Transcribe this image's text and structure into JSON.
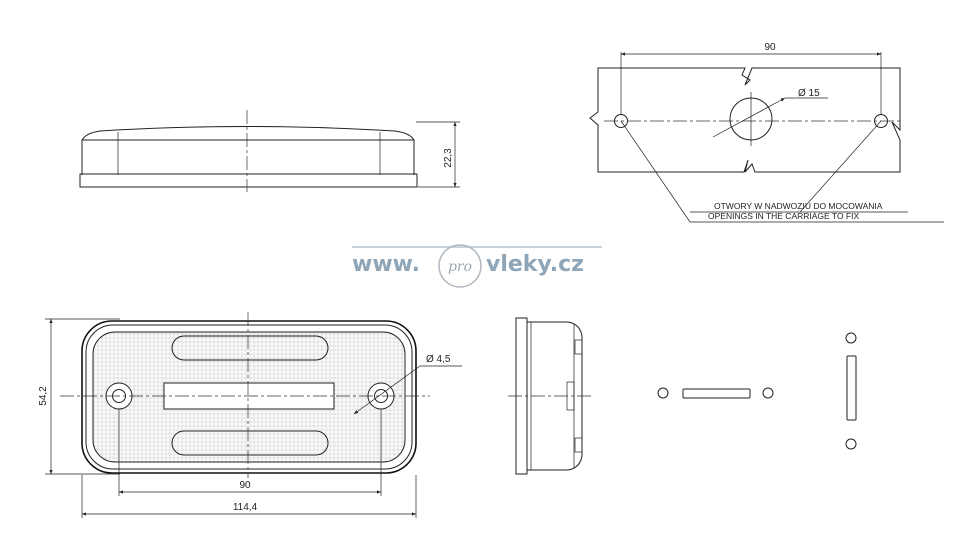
{
  "dimensions": {
    "side_height": "22,3",
    "mount_spacing_top": "90",
    "mount_hole_diameter": "Ø 15",
    "body_height": "54,2",
    "hole_diameter": "Ø 4,5",
    "hole_spacing": "90",
    "overall_width": "114,4"
  },
  "notes": {
    "polish": "OTWORY W NADWOZIU DO MOCOWANIA",
    "english": "OPENINGS IN THE CARRIAGE TO FIX"
  },
  "watermark": {
    "prefix": "www.",
    "badge": "pro",
    "suffix": "vleky.cz"
  },
  "colors": {
    "line": "#222222",
    "watermark": "#8fa6b8"
  }
}
